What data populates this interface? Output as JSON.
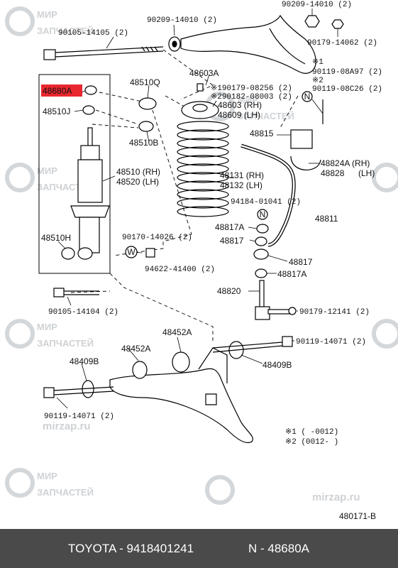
{
  "labels": {
    "p1": "90105-14105 (2)",
    "p2": "90209-14010 (2)",
    "p3": "90209-14010 (2)",
    "p4": "90179-14062 (2)",
    "p5": "48603A",
    "p6": "※1",
    "p7": "90119-08A97 (2)",
    "p8": "※2",
    "p9": "90119-08C26 (2)",
    "p10": "48680A",
    "p11": "48510Q",
    "p12": "※190179-08256 (2)",
    "p13": "※290182-08003 (2)",
    "p14": "48603 (RH)",
    "p15": "48609 (LH)",
    "p16": "48510J",
    "p17": "48815",
    "p18": "48510B",
    "p19": "48824A (RH)",
    "p20": "48828",
    "p21": "(LH)",
    "p22": "48510 (RH)",
    "p23": "48520 (LH)",
    "p24": "48131 (RH)",
    "p25": "48132 (LH)",
    "p26": "94184-01041 (2)",
    "p27": "48811",
    "p28": "48817A",
    "p29": "48817",
    "p30": "90170-14026 (2)",
    "p31": "48510H",
    "p32": "94622-41400 (2)",
    "p33": "48817",
    "p34": "48817A",
    "p35": "48820",
    "p36": "90105-14104 (2)",
    "p37": "90179-12141 (2)",
    "p38": "48452A",
    "p39": "48452A",
    "p40": "90119-14071 (2)",
    "p41": "48409B",
    "p42": "48409B",
    "p43": "90119-14071 (2)",
    "p44": "※1 (       -0012)",
    "p45": "※2 (0012-       )",
    "p46": "480171-B"
  },
  "circle_letters": {
    "n1": "N",
    "n2": "N",
    "w1": "W"
  },
  "watermark": {
    "line1": "МИР",
    "line2": "ЗАПЧАСТЕЙ",
    "site": "mirzap.ru"
  },
  "footer": {
    "left": "TOYOTA - 9418401241",
    "right": "N - 48680A"
  },
  "colors": {
    "highlight": "#e8272f",
    "footer_bg": "#4a4a4a"
  }
}
